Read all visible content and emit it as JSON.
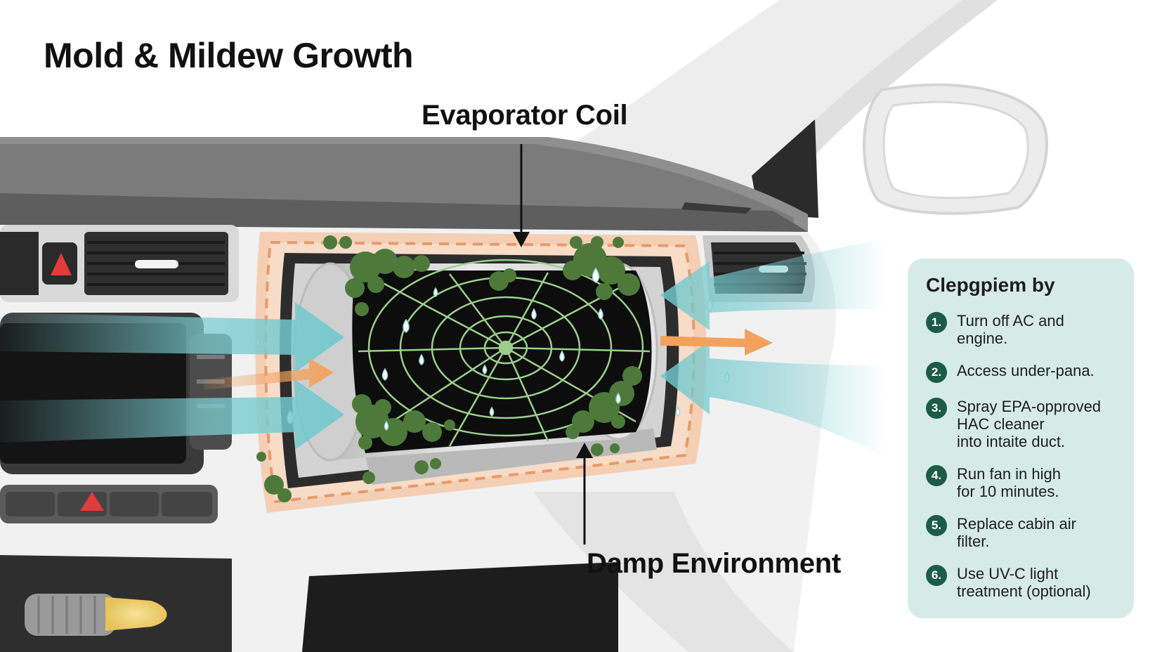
{
  "title": "Mold & Mildew Growth",
  "labels": {
    "evaporator": "Evaporator Coil",
    "damp": "Damp Environment"
  },
  "panel": {
    "heading": "Clepgpiem by",
    "steps": [
      {
        "num": "1.",
        "text": "Turn off AC and\nengine."
      },
      {
        "num": "2.",
        "text": "Access under-pana."
      },
      {
        "num": "3.",
        "text": "Spray EPA-opproved\nHAC cleaner\ninto intaite duct."
      },
      {
        "num": "4.",
        "text": "Run fan in high\nfor 10 minutes."
      },
      {
        "num": "5.",
        "text": "Replace cabin air\nfilter."
      },
      {
        "num": "6.",
        "text": "Use UV-C light\ntreatment (optional)"
      }
    ]
  },
  "colors": {
    "mold": "#4d7a3a",
    "airflow_cool": "#7ccdd2",
    "airflow_warm": "#f2a25e",
    "warning": "#e23b3b",
    "panel_bg": "#d6ebe6",
    "step_badge": "#1c5c47"
  },
  "icons": [
    "hazard-triangle-icon",
    "water-drop-icon",
    "spider-web-icon"
  ]
}
